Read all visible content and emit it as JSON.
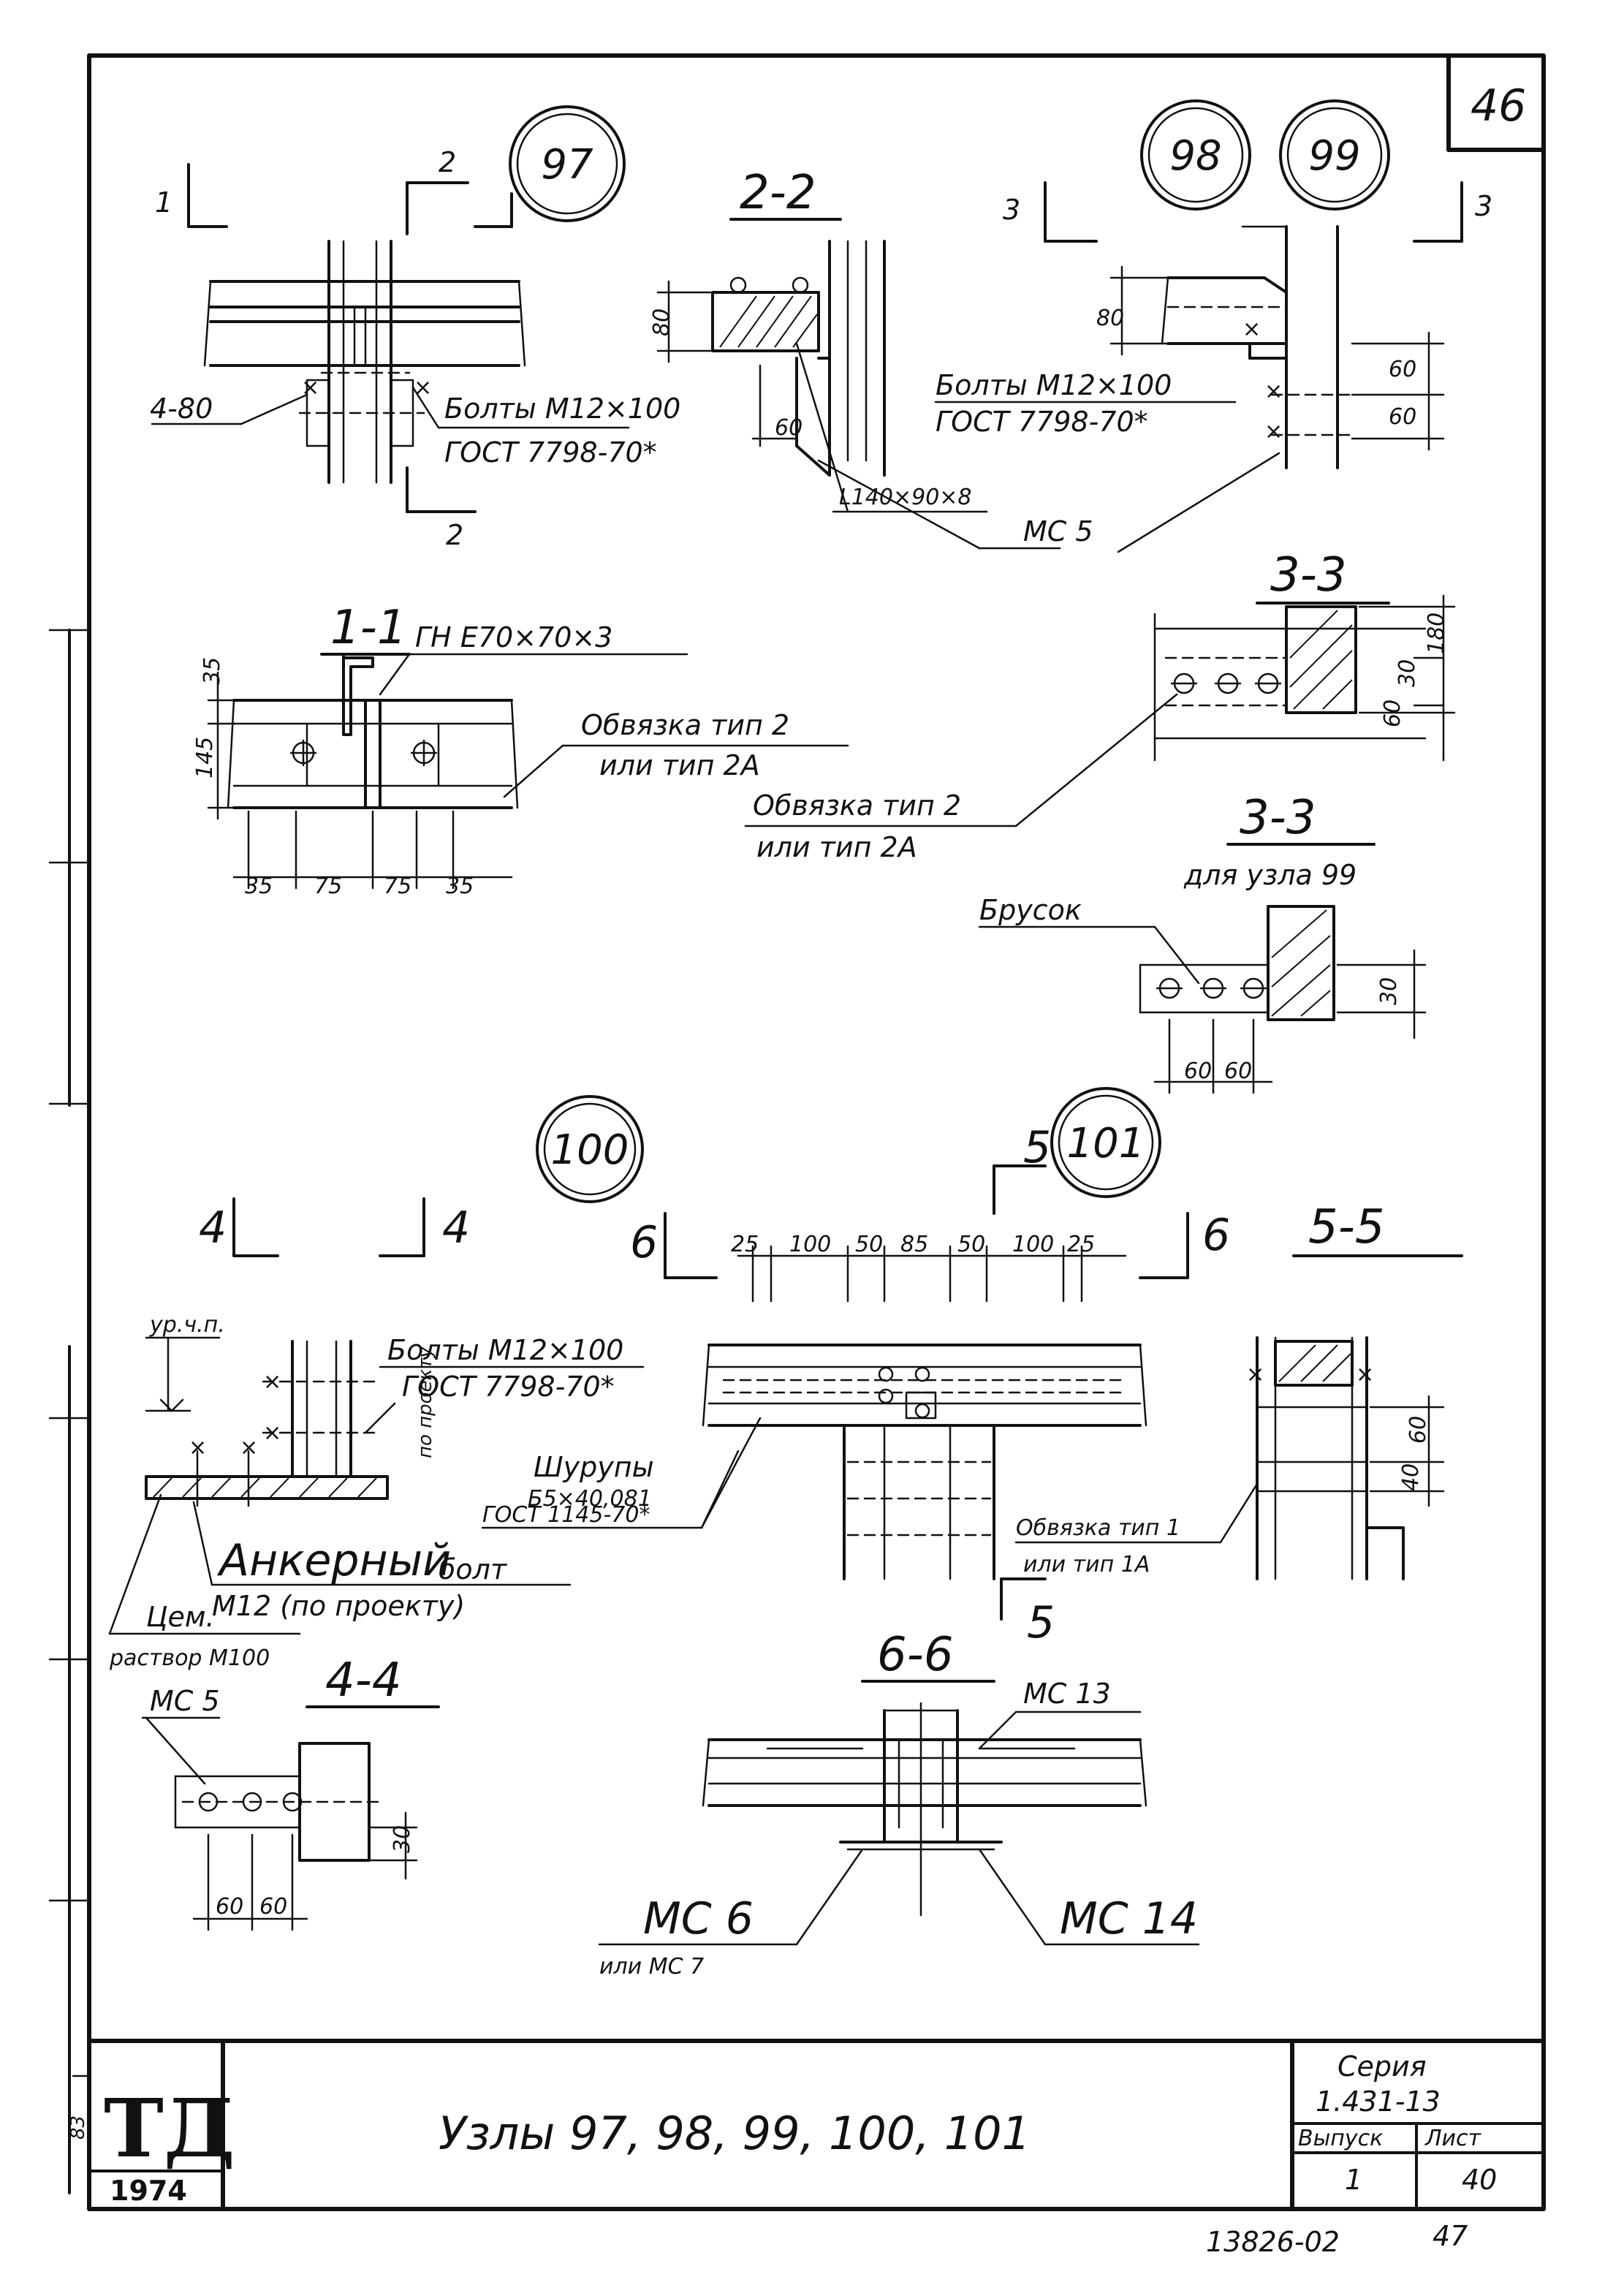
{
  "sheet_number_top": "46",
  "nodes": {
    "n97": "97",
    "n98": "98",
    "n99": "99",
    "n100": "100",
    "n101": "101"
  },
  "cut_marks": {
    "top_left_1": "1",
    "top_2a": "2",
    "top_2b": "2",
    "top_3a": "3",
    "top_3b": "3",
    "mid_4a": "4",
    "mid_4b": "4",
    "mid_5a": "5",
    "mid_5b": "5",
    "mid_6a": "6",
    "mid_6b": "6"
  },
  "section_titles": {
    "s22": "2-2",
    "s11": "1-1",
    "s33": "3-3",
    "s33b": "3-3",
    "s55": "5-5",
    "s44": "4-4",
    "s66": "6-6"
  },
  "labels": {
    "bolts_97_a": "Болты М12×100",
    "bolts_97_b": "ГОСТ 7798-70*",
    "dim_4_80": "4-80",
    "dim_80_a": "80",
    "dim_60_a": "60",
    "angle_22": "L140×90×8",
    "bolts_98_a": "Болты М12×100",
    "bolts_98_b": "ГОСТ 7798-70*",
    "mc5_a": "МС 5",
    "dim_80_b": "80",
    "dim_60_b": "60",
    "dim_60_c": "60",
    "gn_profile": "ГН Е70×70×3",
    "obv_1_a": "Обвязка тип 2",
    "obv_1_b": "или тип 2А",
    "obv_2_a": "Обвязка тип 2",
    "obv_2_b": "или тип 2А",
    "dim_35_v": "35",
    "dim_145_v": "145",
    "dim_35_a": "35",
    "dim_75_a": "75",
    "dim_75_b": "75",
    "dim_35_b": "35",
    "dim_180": "180",
    "dim_30_a": "30",
    "dim_60_d": "60",
    "for_node_99": "для узла 99",
    "brusok": "Брусок",
    "dim_30_b": "30",
    "dim_60_e": "60",
    "dim_60_f": "60",
    "dims_101": [
      "25",
      "100",
      "50",
      "85",
      "50",
      "100",
      "25"
    ],
    "level": "ур.ч.п.",
    "bolts_100_a": "Болты М12×100",
    "bolts_100_b": "ГОСТ 7798-70*",
    "po_proektu_v": "по проекту",
    "shurupy_a": "Шурупы",
    "shurupy_b": "Б5×40,081",
    "shurupy_c": "ГОСТ 1145-70*",
    "anchor_a": "Анкерный",
    "anchor_b": "болт",
    "anchor_c": "М12  (по проекту)",
    "cem_a": "Цем.",
    "cem_b": "раствор М100",
    "obv_3_a": "Обвязка тип 1",
    "obv_3_b": "или тип 1А",
    "dim_60_g": "60",
    "dim_40": "40",
    "mc5_b": "МС 5",
    "dim_30_c": "30",
    "dim_60_h": "60",
    "dim_60_i": "60",
    "mc13": "МС 13",
    "mc6_a": "МС 6",
    "mc6_b": "или МС 7",
    "mc14": "МС 14"
  },
  "title_block": {
    "logo": "ТД",
    "year": "1974",
    "title": "Узлы 97, 98, 99, 100, 101",
    "series_label": "Серия",
    "series_value": "1.431-13",
    "issue_label": "Выпуск",
    "issue_value": "1",
    "sheet_label": "Лист",
    "sheet_value": "40",
    "stamp_side": "83"
  },
  "footer_code": "13826-02",
  "footer_page": "47"
}
